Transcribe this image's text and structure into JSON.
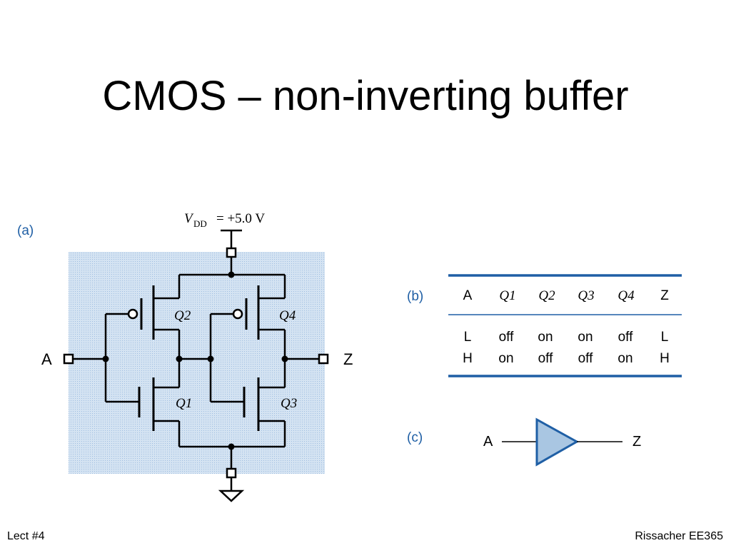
{
  "slide": {
    "title": "CMOS – non-inverting buffer",
    "footer_left": "Lect #4",
    "footer_right": "Rissacher EE365"
  },
  "panel_a": {
    "label": "(a)",
    "vdd_symbol": "V",
    "vdd_subscript": "DD",
    "vdd_value": "= +5.0 V",
    "input_label": "A",
    "output_label": "Z",
    "transistors": [
      "Q1",
      "Q2",
      "Q3",
      "Q4"
    ]
  },
  "panel_b": {
    "label": "(b)",
    "headers": [
      "A",
      "Q1",
      "Q2",
      "Q3",
      "Q4",
      "Z"
    ],
    "rows": [
      [
        "L",
        "off",
        "on",
        "on",
        "off",
        "L"
      ],
      [
        "H",
        "on",
        "off",
        "off",
        "on",
        "H"
      ]
    ]
  },
  "panel_c": {
    "label": "(c)",
    "input_label": "A",
    "output_label": "Z"
  },
  "colors": {
    "accent": "#1f5fa5",
    "shading": "#c5d9ec",
    "buffer_fill": "#a9c6e2"
  }
}
